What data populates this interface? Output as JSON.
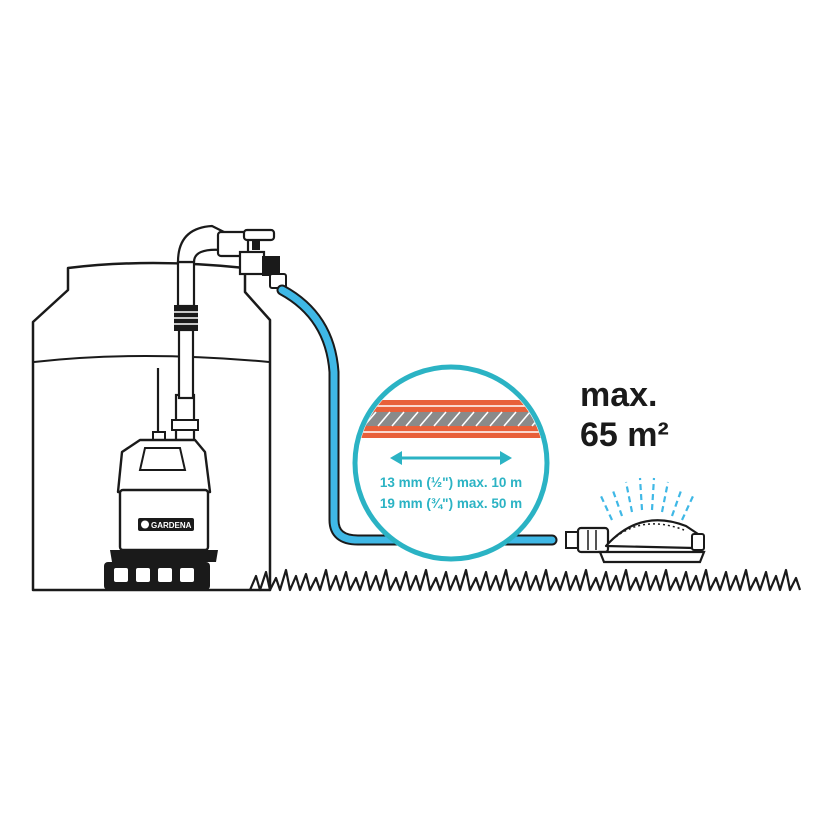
{
  "colors": {
    "outline": "#1a1a1a",
    "hose": "#3fb8e6",
    "accent_teal": "#2bb3c4",
    "hose_orange": "#e8603a",
    "hose_grey": "#8a8a8a",
    "water_spray": "#3fb8e6"
  },
  "pump": {
    "brand": "GARDENA"
  },
  "coverage": {
    "line1": "max.",
    "line2": "65 m²"
  },
  "hose_info": {
    "line1": "13 mm (½\") max. 10 m",
    "line2": "19 mm (¾\") max. 50 m"
  },
  "icons": {
    "arrow": "double-arrow-icon",
    "sprinkler": "oscillating-sprinkler-icon",
    "tap": "tap-valve-icon",
    "grass": "grass-icon"
  }
}
